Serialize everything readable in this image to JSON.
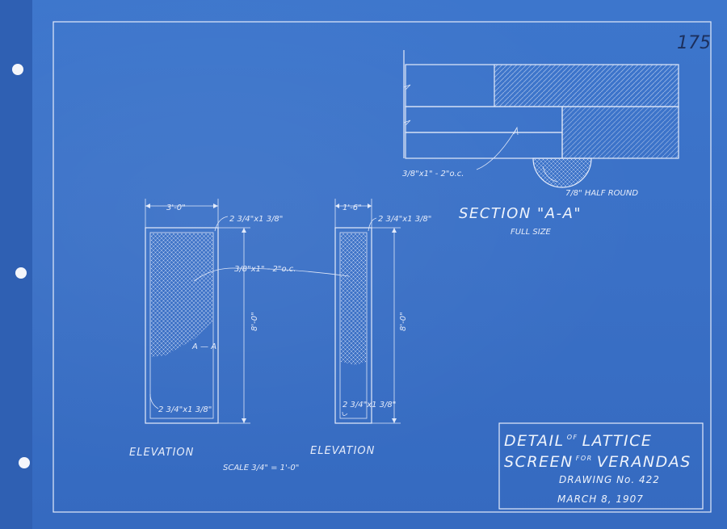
{
  "sheet_number": "175",
  "section": {
    "title": "SECTION \"A-A\"",
    "subtitle": "FULL SIZE",
    "callout_lattice": "3/8\"x1\" - 2\"o.c.",
    "callout_halfround": "7/8\" HALF ROUND"
  },
  "elevation_left": {
    "width_dim": "3'-0\"",
    "height_dim": "8'-0\"",
    "top_callout": "2 3/4\"x1 3/8\"",
    "lattice_callout": "3/8\"x1\" - 2\"o.c.",
    "bottom_callout": "2 3/4\"x1 3/8\"",
    "section_mark": "A — A",
    "label": "ELEVATION"
  },
  "elevation_right": {
    "width_dim": "1'-6\"",
    "height_dim": "8'-0\"",
    "top_callout": "2 3/4\"x1 3/8\"",
    "bottom_callout": "2 3/4\"x1 3/8\"",
    "label": "ELEVATION"
  },
  "scale": "SCALE 3/4\" = 1'-0\"",
  "title_block": {
    "line1_a": "DETAIL",
    "line1_sup": "OF",
    "line1_b": "LATTICE",
    "line2_a": "SCREEN",
    "line2_sup": "FOR",
    "line2_b": "VERANDAS",
    "drawing_no": "DRAWING No. 422",
    "date": "MARCH 8, 1907"
  }
}
